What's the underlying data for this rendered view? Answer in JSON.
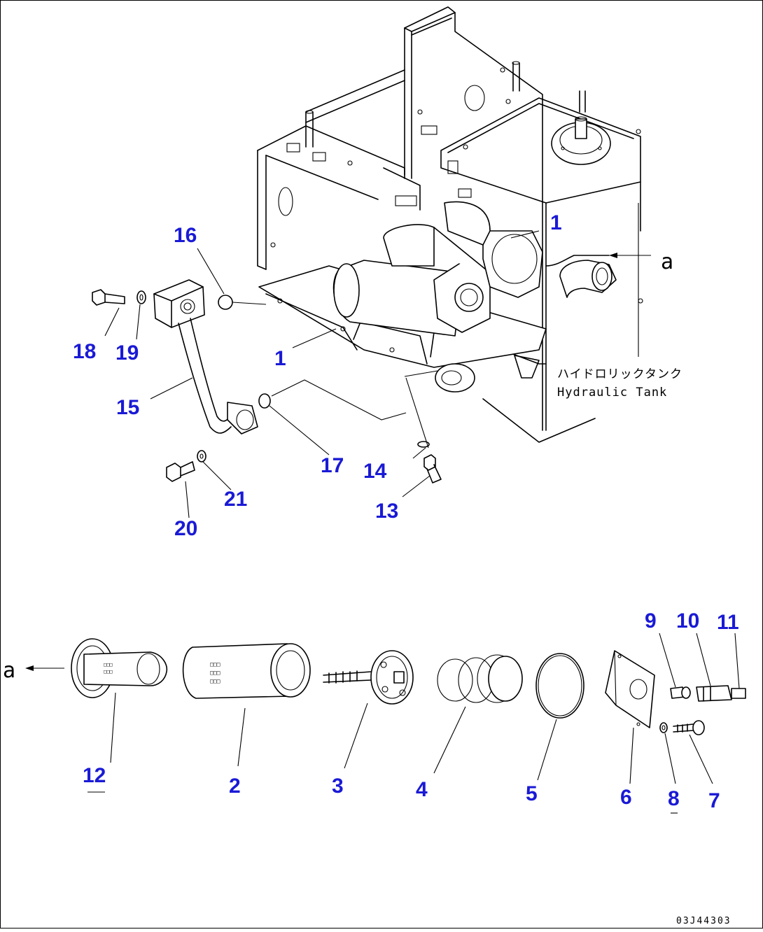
{
  "diagram": {
    "callouts": {
      "c1a": "1",
      "c1b": "1",
      "c2": "2",
      "c3": "3",
      "c4": "4",
      "c5": "5",
      "c6": "6",
      "c7": "7",
      "c8": "8",
      "c9": "9",
      "c10": "10",
      "c11": "11",
      "c12": "12",
      "c13": "13",
      "c14": "14",
      "c15": "15",
      "c16": "16",
      "c17": "17",
      "c18": "18",
      "c19": "19",
      "c20": "20",
      "c21": "21"
    },
    "ref_top": "a",
    "ref_bottom": "a",
    "tank_label_jp": "ハイドロリックタンク",
    "tank_label_en": "Hydraulic Tank",
    "drawing_number": "03J44303"
  }
}
